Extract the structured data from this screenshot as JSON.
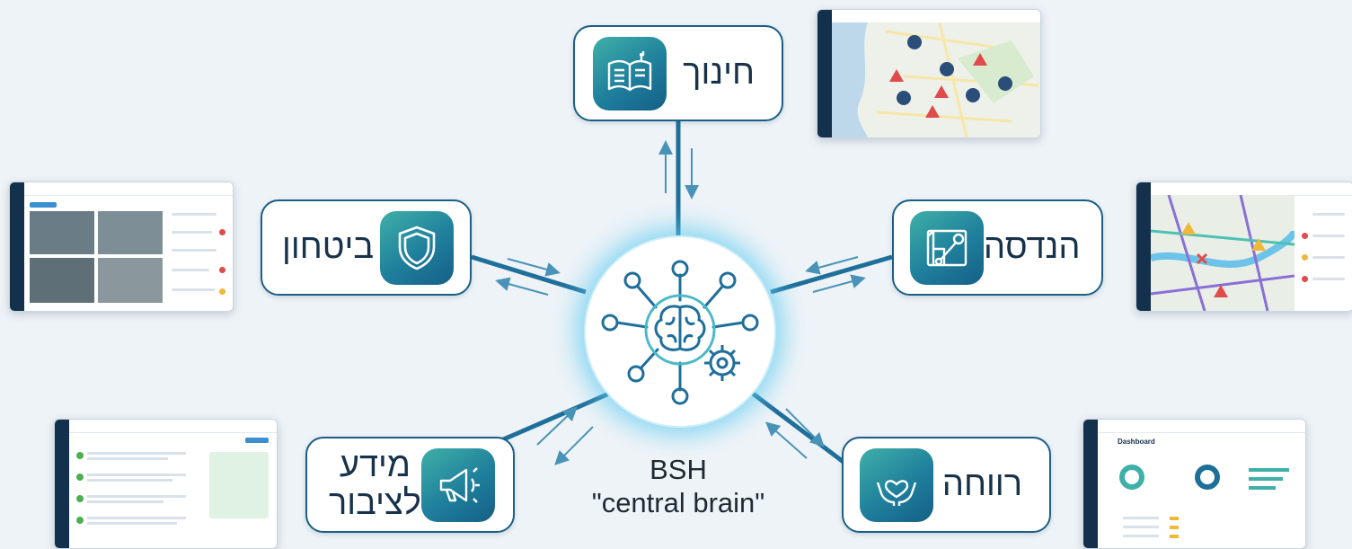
{
  "center": {
    "line1": "BSH",
    "line2": "\"central brain\"",
    "icon": "brain-network-icon"
  },
  "domains": {
    "education": {
      "label": "חינוך",
      "icon": "book-icon"
    },
    "security": {
      "label": "ביטחון",
      "icon": "shield-icon"
    },
    "engineering": {
      "label": "הנדסה",
      "icon": "blueprint-wrench-icon"
    },
    "public_info": {
      "label_line1": "מידע",
      "label_line2": "לציבור",
      "icon": "megaphone-icon"
    },
    "welfare": {
      "label": "רווחה",
      "icon": "heart-hands-icon"
    }
  },
  "thumbnails": {
    "map": {
      "icon": "map-with-alerts-icon"
    },
    "cameras": {
      "icon": "camera-feed-icon"
    },
    "traffic": {
      "icon": "traffic-map-icon"
    },
    "list": {
      "icon": "message-list-icon"
    },
    "dashboard": {
      "icon": "dashboard-chart-icon",
      "title": "Dashboard"
    }
  },
  "colors": {
    "accent_dark": "#1b5f86",
    "accent_teal": "#3fb0a8",
    "connector": "#1f6f9b",
    "glow": "#78d7f5",
    "alert": "#e04b4b",
    "pin": "#2a4d7a"
  }
}
